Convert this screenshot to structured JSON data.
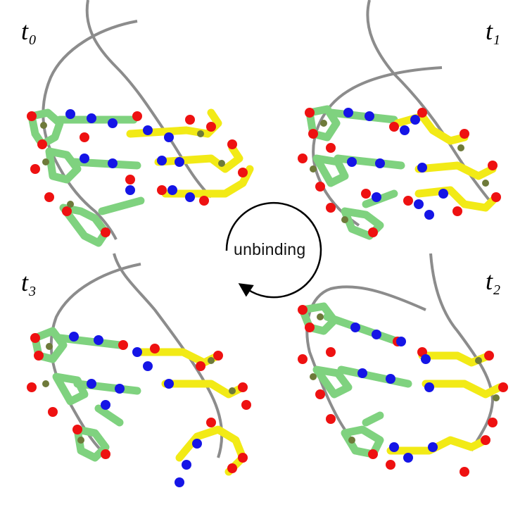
{
  "labels": {
    "t0": {
      "base": "t",
      "sub": "0"
    },
    "t1": {
      "base": "t",
      "sub": "1"
    },
    "t2": {
      "base": "t",
      "sub": "2"
    },
    "t3": {
      "base": "t",
      "sub": "3"
    }
  },
  "cycle_label": "unbinding",
  "colors": {
    "backbone": "#8c8c8c",
    "strand_a": "#7fd27f",
    "strand_b": "#f2ea16",
    "oxygen": "#ee1111",
    "nitrogen": "#1515e6",
    "phosphorus": "#6e7a3a",
    "arrow": "#000000"
  }
}
